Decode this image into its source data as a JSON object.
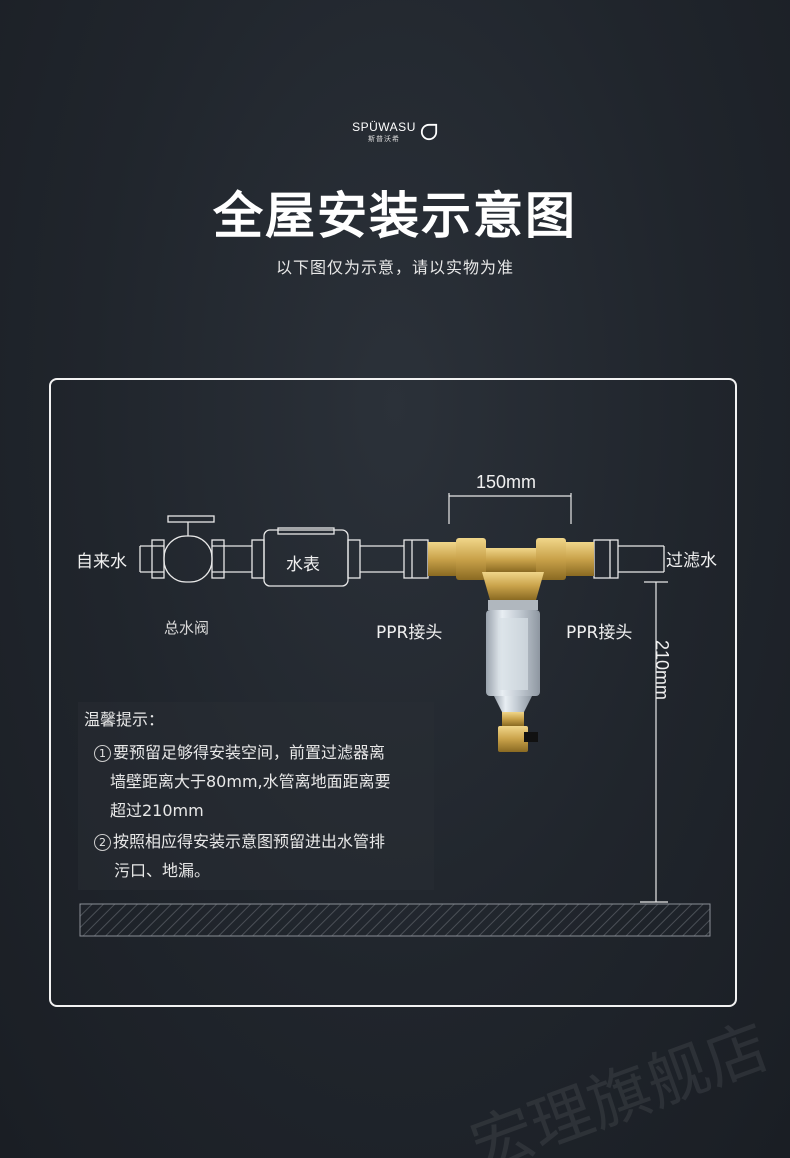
{
  "brand": {
    "name": "SPÜWASU",
    "chinese": "斯普沃希",
    "logo_icon": "drop-circle-icon"
  },
  "header": {
    "title": "全屋安装示意图",
    "subtitle": "以下图仅为示意，请以实物为准"
  },
  "diagram": {
    "inlet_label": "自来水",
    "valve_label": "总水阀",
    "meter_label": "水表",
    "ppr_left_label": "PPR接头",
    "ppr_right_label": "PPR接头",
    "outlet_label": "过滤水",
    "width_dimension": "150mm",
    "height_dimension": "210mm"
  },
  "tips": {
    "title": "温馨提示：",
    "item1_number": "1",
    "item1_line1": "要预留足够得安装空间，前置过滤器离",
    "item1_line2": "墙壁距离大于80mm,水管离地面距离要",
    "item1_line3": "超过210mm",
    "item2_number": "2",
    "item2_line1": "按照相应得安装示意图预留进出水管排",
    "item2_line2": "污口、地漏。"
  },
  "watermark": {
    "text": "宏理旗舰店"
  },
  "colors": {
    "background": "#20252c",
    "brass": "#c9a24a",
    "line": "#e8e8e8"
  }
}
